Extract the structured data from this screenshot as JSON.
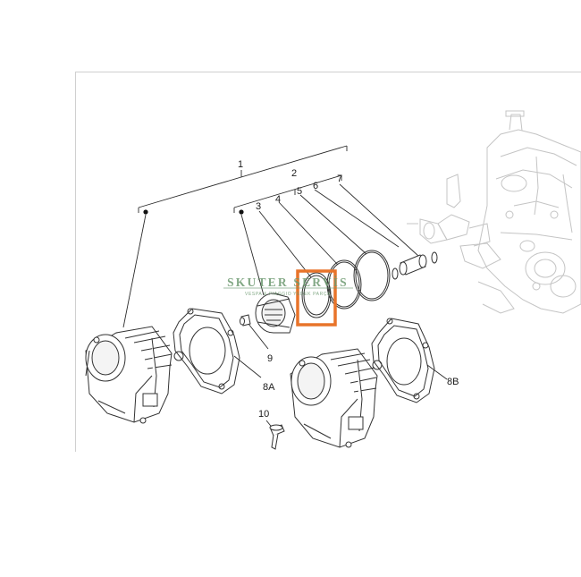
{
  "diagram": {
    "labels": {
      "l1": "1",
      "l2": "2",
      "l3": "3",
      "l4": "4",
      "l5": "5",
      "l6": "6",
      "l7": "7",
      "l8a": "8A",
      "l8b": "8B",
      "l9": "9",
      "l10": "10"
    },
    "highlight_color": "#e8742a",
    "line_color": "#2b2b2b"
  },
  "watermark": {
    "title": "SKUTER SERVİS",
    "subtitle": "VESPA & PIAGGIO YEDEK PARÇA",
    "color": "#6d9a70"
  }
}
